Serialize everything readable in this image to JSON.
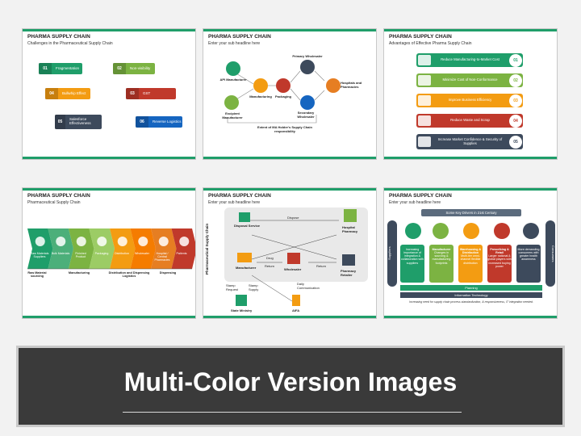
{
  "slides": [
    {
      "title": "PHARMA SUPPLY CHAIN",
      "subtitle": "Challenges in the Pharmaceutical Supply Chain",
      "items": [
        {
          "num": "01",
          "label": "Fragmentation",
          "color": "#1f9e6a"
        },
        {
          "num": "02",
          "label": "Non-visibility",
          "color": "#7cb342"
        },
        {
          "num": "04",
          "label": "Bullwhip Effect",
          "color": "#f39c12"
        },
        {
          "num": "03",
          "label": "GST",
          "color": "#c0392b"
        },
        {
          "num": "05",
          "label": "Salesforce Effectiveness",
          "color": "#3d4a5c"
        },
        {
          "num": "06",
          "label": "Reverse Logistics",
          "color": "#1565c0"
        }
      ]
    },
    {
      "title": "PHARMA SUPPLY CHAIN",
      "subtitle": "Enter your sub headline here",
      "nodes": {
        "api": "API Manufacturer",
        "manufacturing": "Manufacturing",
        "packaging": "Packaging",
        "primary": "Primary Wholesaler",
        "secondary": "Secondary Wholesaler",
        "hospitals": "Hospitals and Pharmacies",
        "excipient": "Excipient Manufacturer",
        "extent": "Extent of MA Holder's Supply Chain responsibility"
      }
    },
    {
      "title": "PHARMA SUPPLY CHAIN",
      "subtitle": "Advantages of Effective Pharma Supply Chain",
      "items": [
        {
          "num": "01",
          "label": "Reduce Manufacturing-to-Market Cost",
          "color": "#1f9e6a"
        },
        {
          "num": "02",
          "label": "Minimize Cost of Non-Conformance",
          "color": "#7cb342"
        },
        {
          "num": "03",
          "label": "Improve Business Efficiency",
          "color": "#f39c12"
        },
        {
          "num": "04",
          "label": "Reduce Waste and Scrap",
          "color": "#c0392b"
        },
        {
          "num": "05",
          "label": "Increase Market Confidence & Security of Supplies",
          "color": "#3d4a5c"
        }
      ]
    },
    {
      "title": "PHARMA SUPPLY CHAIN",
      "subtitle": "Pharmaceutical Supply Chain",
      "chevrons": [
        {
          "label": "Raw Materials Suppliers",
          "color": "#1f9e6a"
        },
        {
          "label": "Bulk Materials",
          "color": "#4caf7a"
        },
        {
          "label": "Finished Product",
          "color": "#7cb342"
        },
        {
          "label": "Packaging",
          "color": "#9ccc65"
        },
        {
          "label": "Distribution",
          "color": "#f39c12"
        },
        {
          "label": "Wholesaler",
          "color": "#f57c00"
        },
        {
          "label": "Hospital / Central Pharmacies",
          "color": "#e67e22"
        },
        {
          "label": "Patients",
          "color": "#c0392b"
        }
      ],
      "stages": {
        "raw": "Raw Material sourcing",
        "manufacturing": "Manufacturing",
        "distribution": "Distribution and Dispensing Logistics",
        "dispensing": "Dispensing"
      }
    },
    {
      "title": "PHARMA SUPPLY CHAIN",
      "subtitle": "Enter your sub headline here",
      "vertical": "Pharmaceutical Supply Chain",
      "labels": {
        "disposal": "Disposal Service",
        "dispose": "Dispose",
        "hospital": "Hospital Pharmacy",
        "manufacturer": "Manufacturer",
        "wholesaler": "Wholesaler",
        "retailer": "Pharmacy Retailer",
        "drug": "Drug",
        "return": "Return",
        "stamp_request": "Stamp Request",
        "stamp_supply": "Stamp Supply",
        "daily": "Daily Communication",
        "state": "State Ministry",
        "aifa": "AIFA"
      }
    },
    {
      "title": "PHARMA SUPPLY CHAIN",
      "subtitle": "Enter your sub headline here",
      "header": "Some Key Drivers in 21st Century",
      "suppliers": "Suppliers",
      "consumers": "Consumers",
      "drivers": [
        {
          "title": "",
          "text": "Increasing importance of integration & collaboration with suppliers",
          "color": "#1f9e6a"
        },
        {
          "title": "Manufacturer",
          "text": "Changes in sourcing & manufacturing footprints",
          "color": "#7cb342"
        },
        {
          "title": "Warehousing & Distribution",
          "text": "Multi-tier omni-channel flexible distribution",
          "color": "#f39c12"
        },
        {
          "title": "Prescribing & Retail",
          "text": "Larger national & global players with increased buying power",
          "color": "#c0392b"
        },
        {
          "title": "",
          "text": "More demanding consumers with greater health awareness",
          "color": "#3d4a5c"
        }
      ],
      "planning": "Planning",
      "it": "Information Technology",
      "footnote": "Increasing need for supply chain process standardization, & responsiveness, IT integration needed."
    }
  ],
  "banner": {
    "title": "Multi-Color Version Images"
  }
}
